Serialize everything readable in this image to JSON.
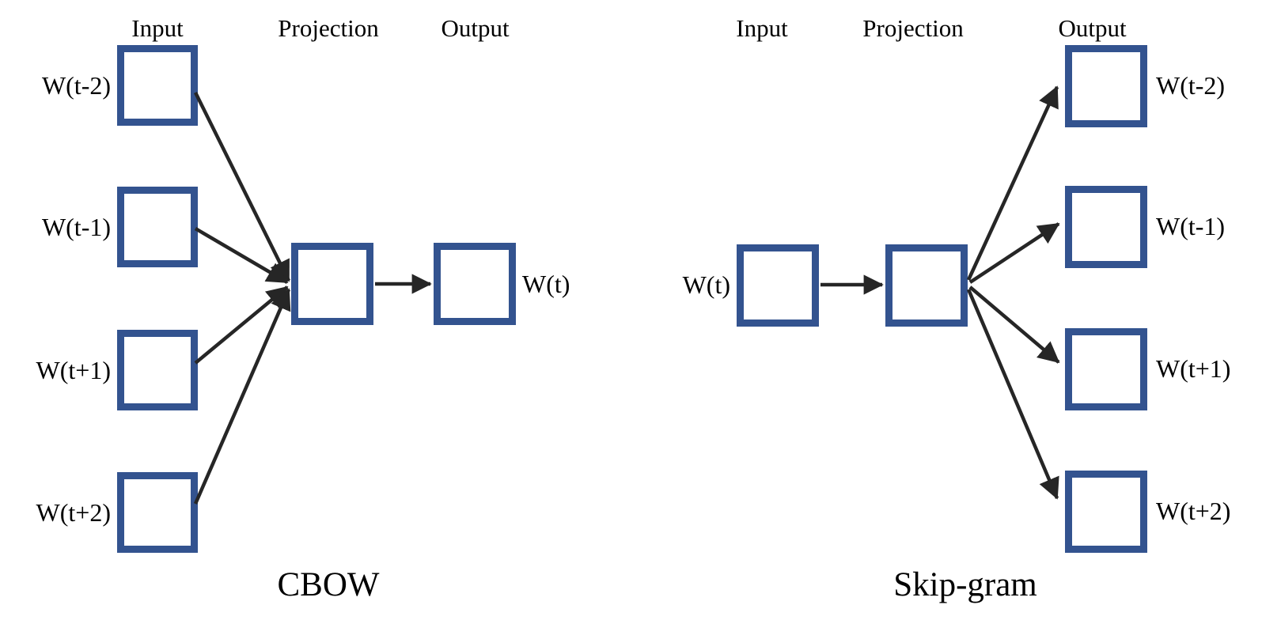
{
  "figure": {
    "background_color": "#ffffff",
    "box_border_color": "#33538F",
    "box_fill_color": "#ffffff",
    "arrow_color": "#262626",
    "text_color": "#000000"
  },
  "cbow": {
    "caption": "CBOW",
    "headings": {
      "input": "Input",
      "projection": "Projection",
      "output": "Output"
    },
    "input_labels": [
      "W(t-2)",
      "W(t-1)",
      "W(t+1)",
      "W(t+2)"
    ],
    "output_label": "W(t)"
  },
  "skipgram": {
    "caption": "Skip-gram",
    "headings": {
      "input": "Input",
      "projection": "Projection",
      "output": "Output"
    },
    "input_label": "W(t)",
    "output_labels": [
      "W(t-2)",
      "W(t-1)",
      "W(t+1)",
      "W(t+2)"
    ]
  }
}
